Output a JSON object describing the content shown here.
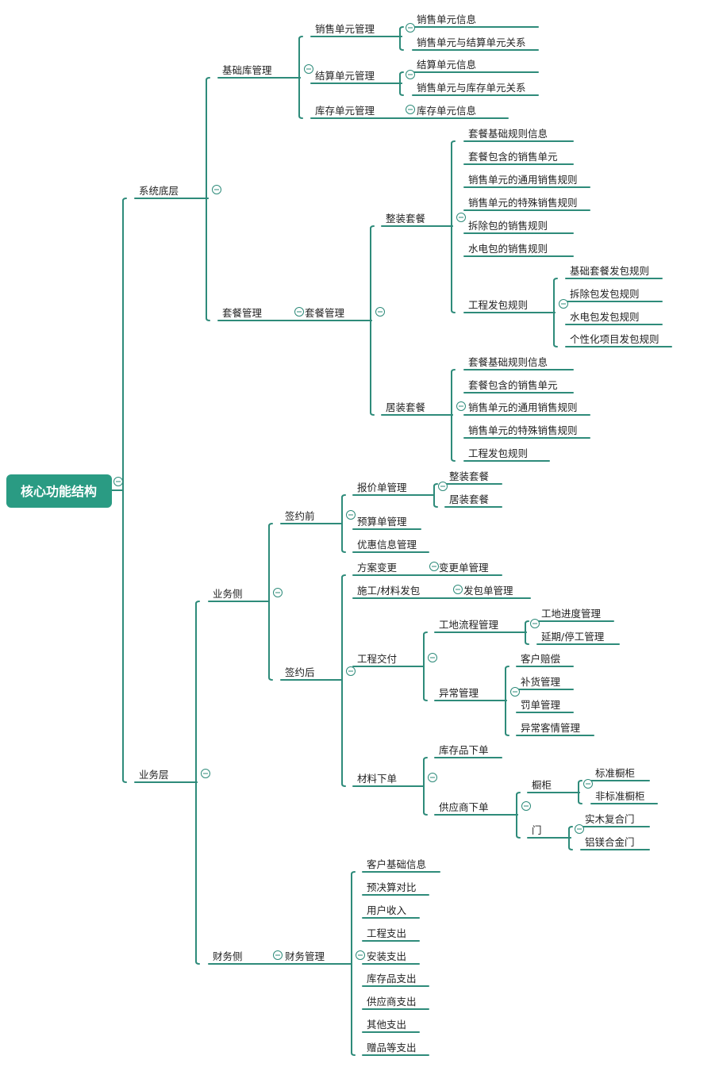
{
  "colors": {
    "link": "#2e8b7a",
    "root_fill": "#2a9b83",
    "root_text": "#ffffff",
    "text": "#222222",
    "background": "#ffffff"
  },
  "toggle_icon": "collapse-minus-icon",
  "tree": {
    "label": "核心功能结构",
    "children": [
      {
        "label": "系统底层",
        "children": [
          {
            "label": "基础库管理",
            "children": [
              {
                "label": "销售单元管理",
                "children": [
                  {
                    "label": "销售单元信息"
                  },
                  {
                    "label": "销售单元与结算单元关系"
                  }
                ]
              },
              {
                "label": "结算单元管理",
                "children": [
                  {
                    "label": "结算单元信息"
                  },
                  {
                    "label": "销售单元与库存单元关系"
                  }
                ]
              },
              {
                "label": "库存单元管理",
                "children": [
                  {
                    "label": "库存单元信息"
                  }
                ]
              }
            ]
          },
          {
            "label": "套餐管理",
            "children": [
              {
                "label": "套餐管理",
                "children": [
                  {
                    "label": "整装套餐",
                    "children": [
                      {
                        "label": "套餐基础规则信息"
                      },
                      {
                        "label": "套餐包含的销售单元"
                      },
                      {
                        "label": "销售单元的通用销售规则"
                      },
                      {
                        "label": "销售单元的特殊销售规则"
                      },
                      {
                        "label": "拆除包的销售规则"
                      },
                      {
                        "label": "水电包的销售规则"
                      },
                      {
                        "label": "工程发包规则",
                        "children": [
                          {
                            "label": "基础套餐发包规则"
                          },
                          {
                            "label": "拆除包发包规则"
                          },
                          {
                            "label": "水电包发包规则"
                          },
                          {
                            "label": "个性化项目发包规则"
                          }
                        ]
                      }
                    ]
                  },
                  {
                    "label": "居装套餐",
                    "children": [
                      {
                        "label": "套餐基础规则信息"
                      },
                      {
                        "label": "套餐包含的销售单元"
                      },
                      {
                        "label": "销售单元的通用销售规则"
                      },
                      {
                        "label": "销售单元的特殊销售规则"
                      },
                      {
                        "label": "工程发包规则"
                      }
                    ]
                  }
                ]
              }
            ]
          }
        ]
      },
      {
        "label": "业务层",
        "children": [
          {
            "label": "业务侧",
            "children": [
              {
                "label": "签约前",
                "children": [
                  {
                    "label": "报价单管理",
                    "children": [
                      {
                        "label": "整装套餐"
                      },
                      {
                        "label": "居装套餐"
                      }
                    ]
                  },
                  {
                    "label": "预算单管理"
                  },
                  {
                    "label": "优惠信息管理"
                  }
                ]
              },
              {
                "label": "签约后",
                "children": [
                  {
                    "label": "方案变更",
                    "children": [
                      {
                        "label": "变更单管理"
                      }
                    ]
                  },
                  {
                    "label": "施工/材料发包",
                    "children": [
                      {
                        "label": "发包单管理"
                      }
                    ]
                  },
                  {
                    "label": "工程交付",
                    "children": [
                      {
                        "label": "工地流程管理",
                        "children": [
                          {
                            "label": "工地进度管理"
                          },
                          {
                            "label": "延期/停工管理"
                          }
                        ]
                      },
                      {
                        "label": "异常管理",
                        "children": [
                          {
                            "label": "客户赔偿"
                          },
                          {
                            "label": "补货管理"
                          },
                          {
                            "label": "罚单管理"
                          },
                          {
                            "label": "异常客情管理"
                          }
                        ]
                      }
                    ]
                  },
                  {
                    "label": "材料下单",
                    "children": [
                      {
                        "label": "库存品下单"
                      },
                      {
                        "label": "供应商下单",
                        "children": [
                          {
                            "label": "橱柜",
                            "children": [
                              {
                                "label": "标准橱柜"
                              },
                              {
                                "label": "非标准橱柜"
                              }
                            ]
                          },
                          {
                            "label": "门",
                            "children": [
                              {
                                "label": "实木复合门"
                              },
                              {
                                "label": "铝镁合金门"
                              }
                            ]
                          }
                        ]
                      }
                    ]
                  }
                ]
              }
            ]
          },
          {
            "label": "财务侧",
            "children": [
              {
                "label": "财务管理",
                "children": [
                  {
                    "label": "客户基础信息"
                  },
                  {
                    "label": "预决算对比"
                  },
                  {
                    "label": "用户收入"
                  },
                  {
                    "label": "工程支出"
                  },
                  {
                    "label": "安装支出"
                  },
                  {
                    "label": "库存品支出"
                  },
                  {
                    "label": "供应商支出"
                  },
                  {
                    "label": "其他支出"
                  },
                  {
                    "label": "赠品等支出"
                  }
                ]
              }
            ]
          }
        ]
      }
    ]
  }
}
